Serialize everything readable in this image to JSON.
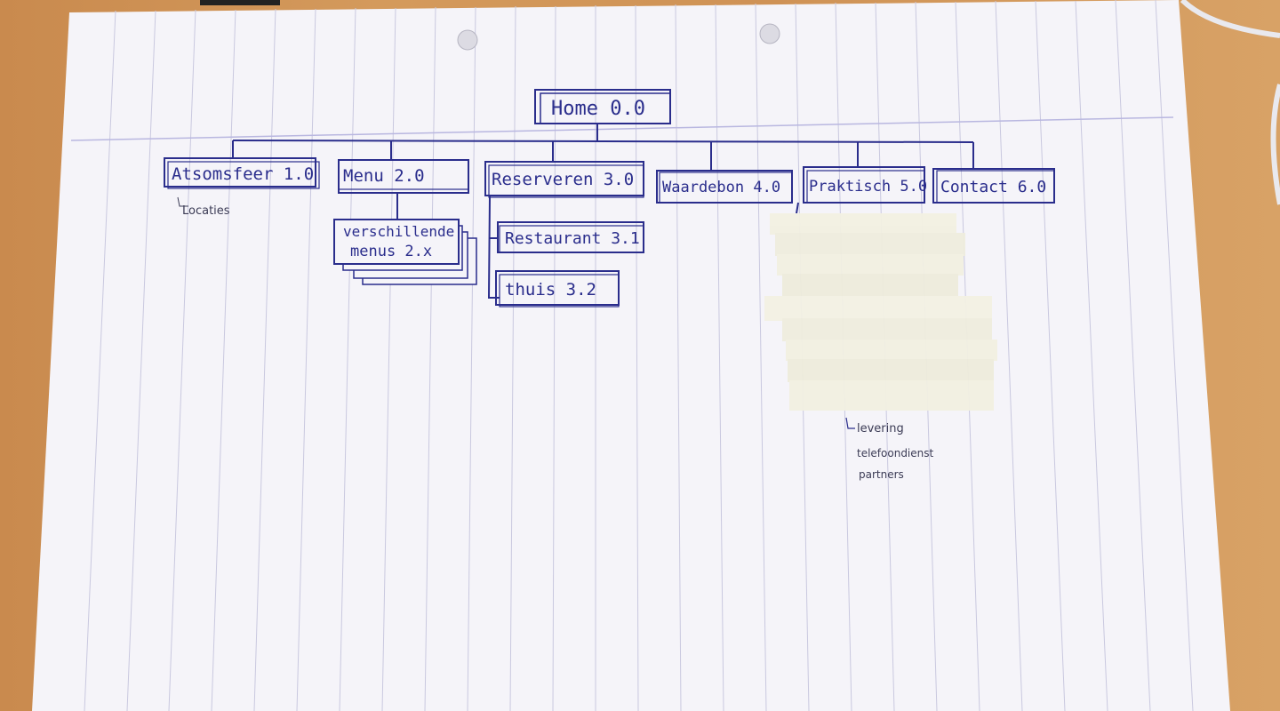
{
  "diagram": {
    "root": {
      "label": "Home 0.0"
    },
    "sections": [
      {
        "id": "sfeer",
        "label": "Atsomsfeer 1.0",
        "note": "Locaties"
      },
      {
        "id": "menu",
        "label": "Menu 2.0",
        "children": [
          {
            "label_line1": "verschillende",
            "label_line2": "menus 2.x",
            "stacked": true
          }
        ]
      },
      {
        "id": "reserveren",
        "label": "Reserveren 3.0",
        "children": [
          {
            "label": "Restaurant 3.1"
          },
          {
            "label": "thuis 3.2"
          }
        ]
      },
      {
        "id": "waarden",
        "label": "Waardebon 4.0"
      },
      {
        "id": "praktisch",
        "label": "Praktisch 5.0",
        "notes": [
          "levering",
          "telefoondienst",
          "partners"
        ]
      },
      {
        "id": "contact",
        "label": "Contact 6.0"
      }
    ]
  },
  "colors": {
    "ink": "#2a2d8c",
    "paper": "#f4f3f8",
    "rule": "#b9b8d6",
    "tape": "#f1efdf"
  }
}
